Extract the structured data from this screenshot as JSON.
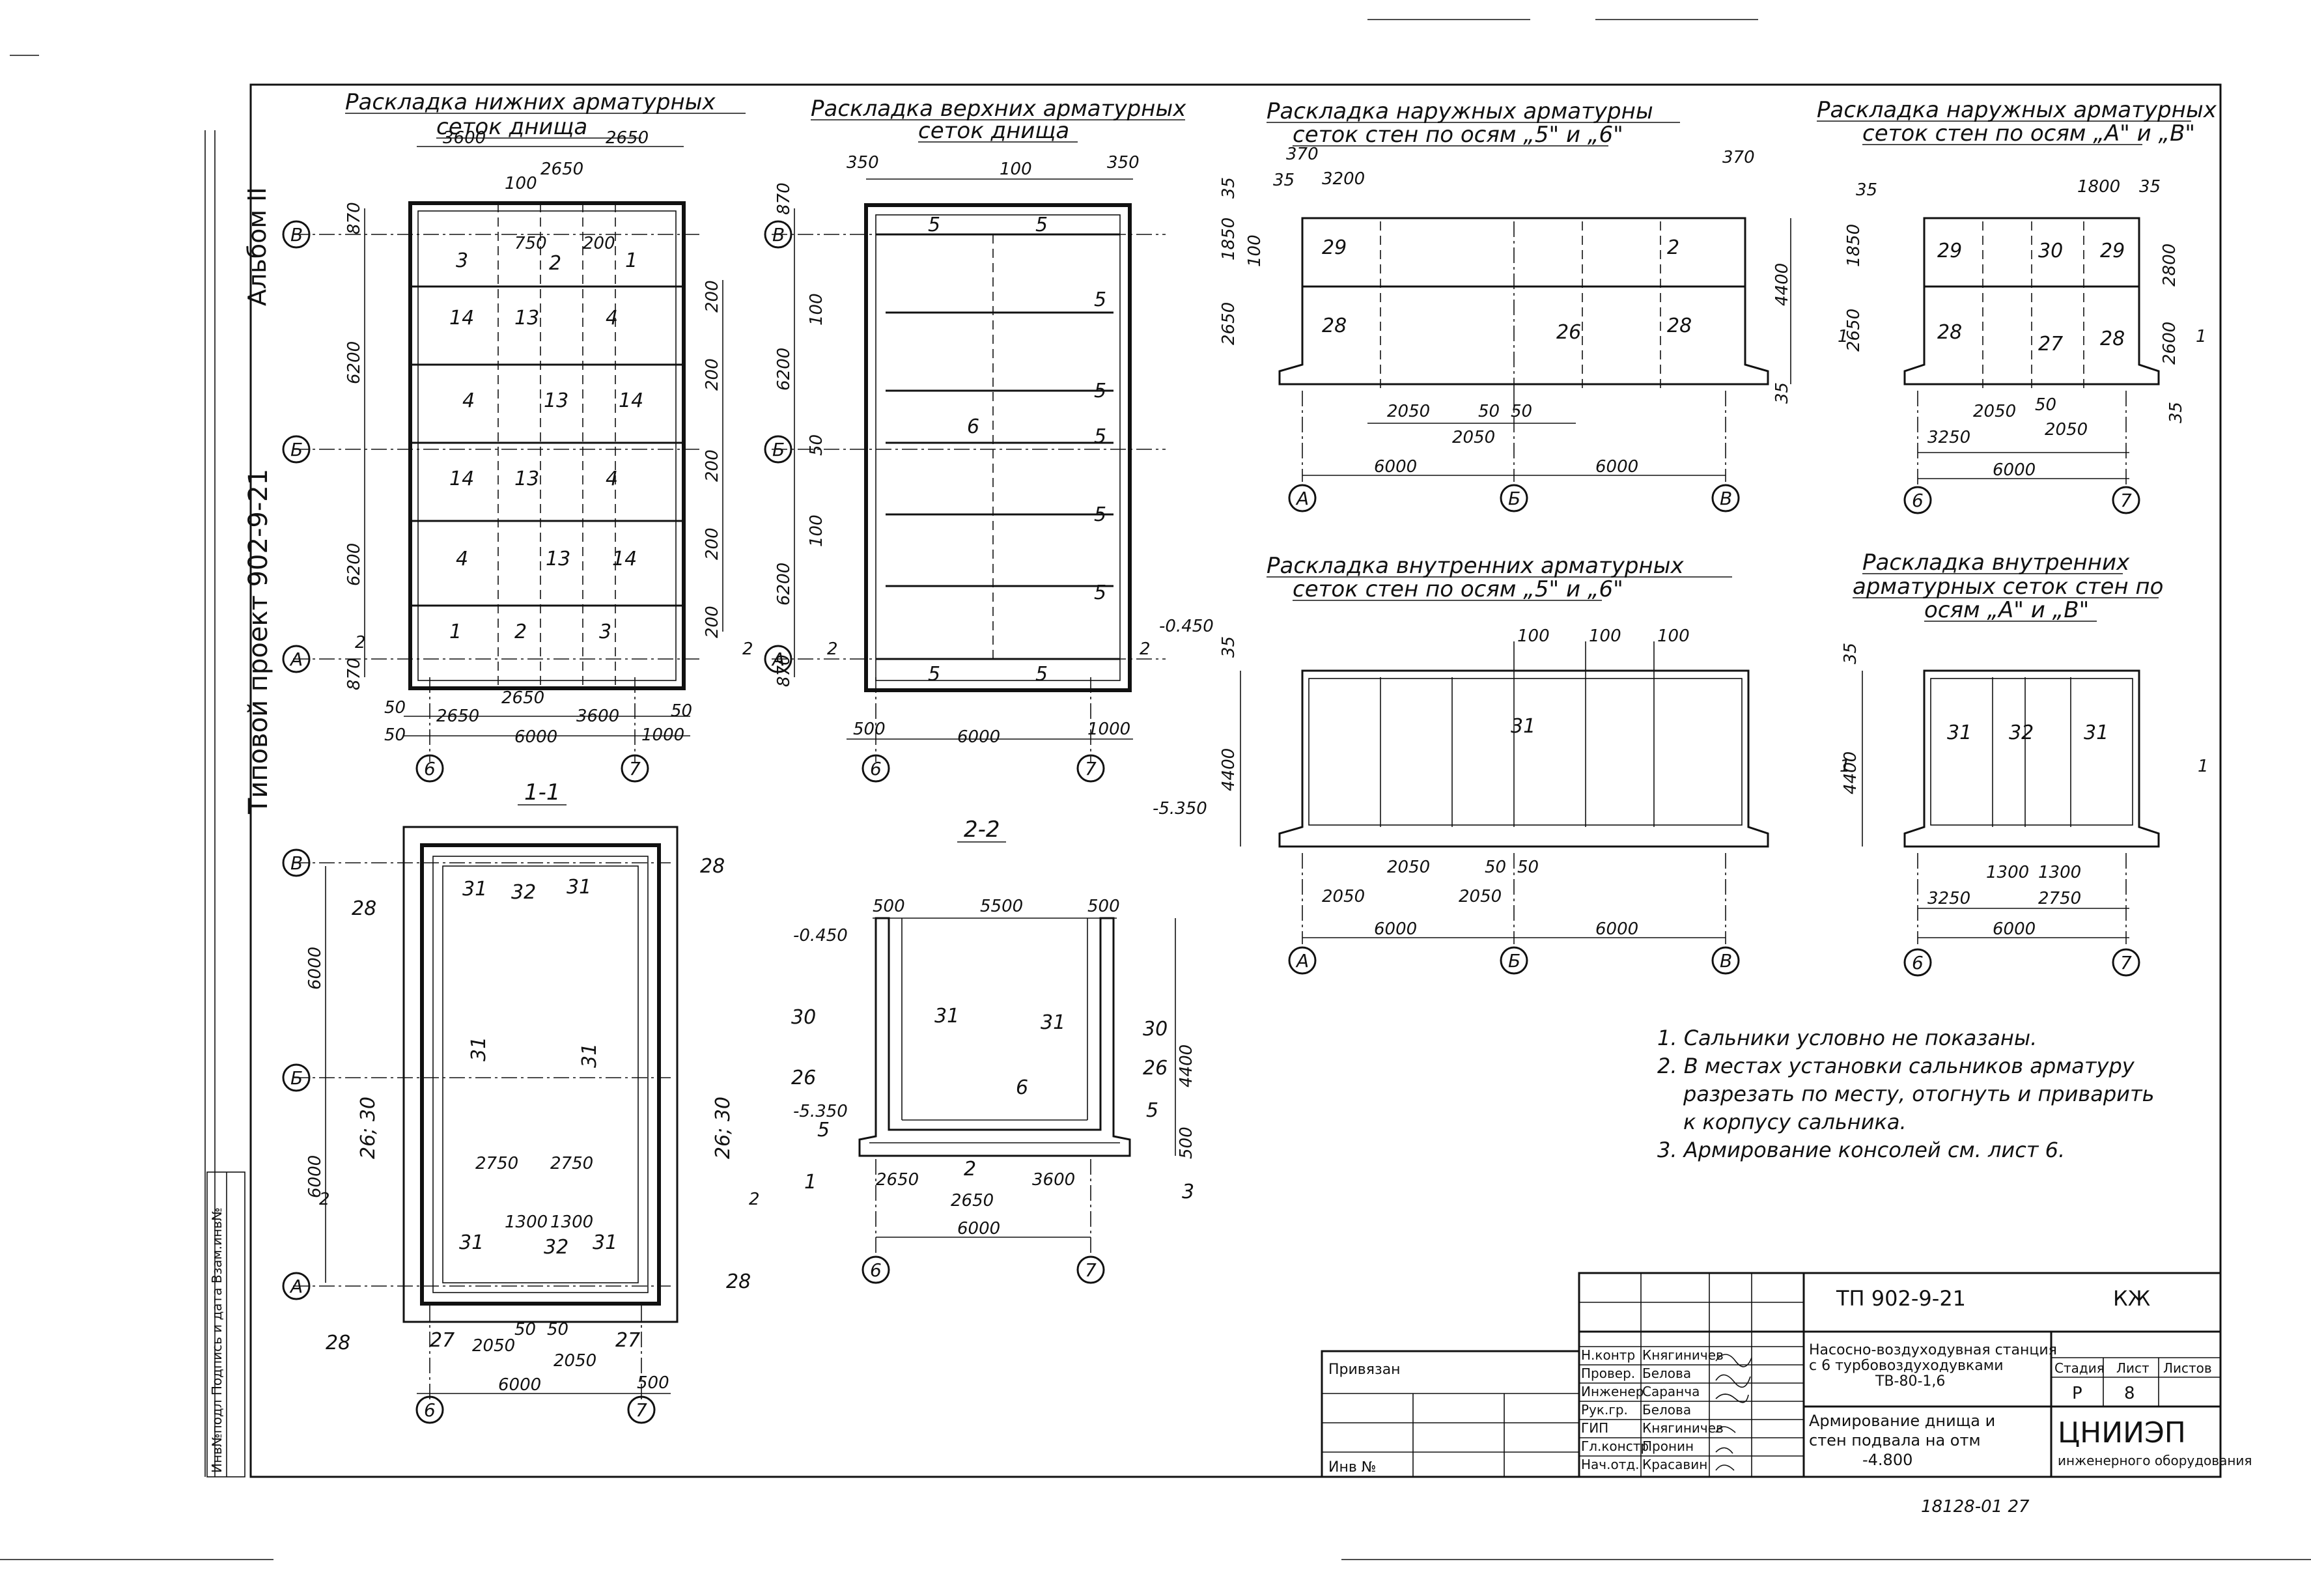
{
  "sidebar": {
    "album": "Альбом II",
    "project": "Типовой проект 902-9-21",
    "stamp": "Инв№подл Подпись и дата Взам.инв№"
  },
  "views": {
    "lower_mesh": {
      "title1": "Раскладка нижних арматурных",
      "title2": "сеток днища"
    },
    "upper_mesh": {
      "title1": "Раскладка верхних арматурных",
      "title2": "сеток днища"
    },
    "outer_5b": {
      "title1": "Раскладка наружных арматурны",
      "title2": "сеток стен по осям „5\" и „6\""
    },
    "outer_av": {
      "title1": "Раскладка наружных арматурных",
      "title2": "сеток стен по осям „А\" и „В\""
    },
    "inner_5b": {
      "title1": "Раскладка внутренних арматурных",
      "title2": "сеток стен по осям „5\" и „6\""
    },
    "inner_av": {
      "title1": "Раскладка внутренних",
      "title2": "арматурных сеток стен по",
      "title3": "осям „А\" и „В\""
    },
    "section_1": {
      "title": "1-1"
    },
    "section_2": {
      "title": "2-2"
    }
  },
  "axes": {
    "A": "А",
    "B": "Б",
    "V": "В",
    "a6": "6",
    "a7": "7"
  },
  "dims": {
    "d3600": "3600",
    "d2650": "2650",
    "d6000": "6000",
    "d6200": "6200",
    "d870": "870",
    "d1000": "1000",
    "d50": "50",
    "d500": "500",
    "d350": "350",
    "d100": "100",
    "d200": "200",
    "d750": "750",
    "d3200": "3200",
    "d370": "370",
    "d35": "35",
    "d1850": "1850",
    "d4400": "4400",
    "d2050": "2050",
    "d3250": "3250",
    "d1800": "1800",
    "d2800": "2800",
    "d2600": "2600",
    "d2750": "2750",
    "d1300": "1300",
    "d5500": "5500",
    "d1000b": "1000",
    "lvl1": "-0.450",
    "lvl2": "-5.350",
    "sec2": "2",
    "sec1": "1"
  },
  "marks": {
    "m1": "1",
    "m2": "2",
    "m3": "3",
    "m4": "4",
    "m5": "5",
    "m6": "6",
    "m13": "13",
    "m14": "14",
    "m26": "26",
    "m27": "27",
    "m28": "28",
    "m29": "29",
    "m30": "30",
    "m31": "31",
    "m32": "32",
    "m2630": "26; 30"
  },
  "notes": [
    "1. Сальники условно не показаны.",
    "2. В местах установки сальников арматуру",
    "разрезать по месту, отогнуть и приварить",
    "к корпусу сальника.",
    "3. Армирование консолей см. лист 6."
  ],
  "title_block": {
    "doc_code": "ТП 902-9-21",
    "mark": "КЖ",
    "bound": "Привязан",
    "inv": "Инв №",
    "roles": [
      "Н.контр",
      "Провер.",
      "Инженер",
      "Рук.гр.",
      "ГИП",
      "Гл.констр",
      "Нач.отд."
    ],
    "names": [
      "Княгиничев",
      "Белова",
      "Саранча",
      "Белова",
      "Княгиничев",
      "Пронин",
      "Красавин"
    ],
    "name1": "Насосно-воздуходувная станция",
    "name2": "с 6 турбовоздуходувками",
    "name3": "ТВ-80-1,6",
    "sheet_title1": "Армирование днища и",
    "sheet_title2": "стен подвала на отм",
    "sheet_title3": "-4.800",
    "col_stage": "Стадия",
    "col_sheet": "Лист",
    "col_sheets": "Листов",
    "stage": "Р",
    "sheet": "8",
    "org": "ЦНИИЭП",
    "org2": "инженерного оборудования",
    "archive": "18128-01  27"
  }
}
